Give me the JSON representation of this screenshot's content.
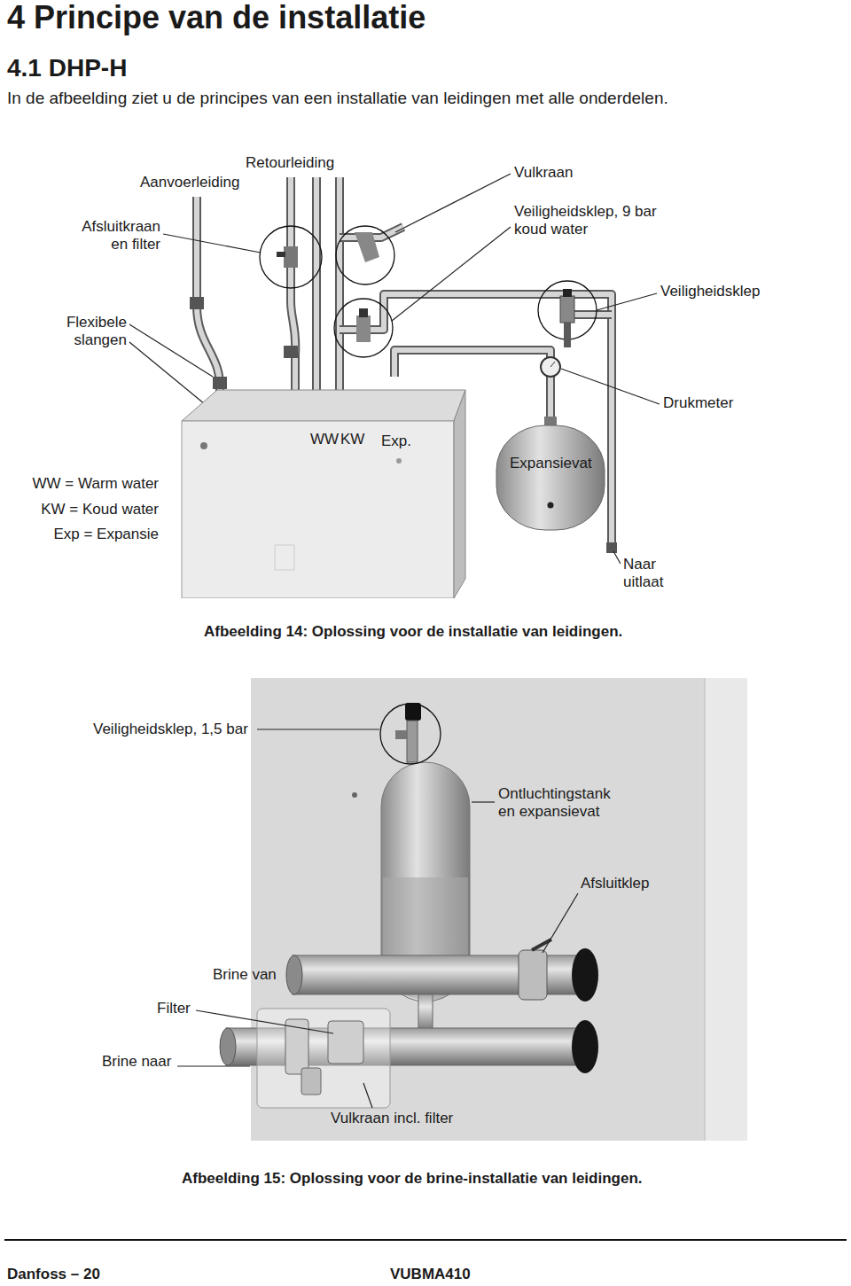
{
  "diagram": {
    "title": "4 Principe van de installatie",
    "nodes": [
      {
        "text": [
          "WW",
          "KW",
          "Exp."
        ]
      },
      {
        "text": [
          "Expansievat"
        ]
      }
    ],
    "edges": [
      {
        "from": 0,
        "to": 1,
        "arrow": "none"
      }
    ],
    "labels": [
      "4.1 DHP-H",
      "In de afbeelding ziet u de principes van een installatie van leidingen met alle onderdelen.",
      "Retourleiding",
      "Aanvoerleiding",
      "Vulkraan",
      "Afsluitkraan en filter",
      "Veiligheidsklep, 9 bar koud water",
      "Veiligheidsklep",
      "Flexibele slangen",
      "Drukmeter",
      "WW = Warm water",
      "KW = Koud water",
      "Exp = Expansie",
      "Naar uitlaat",
      "Afbeelding 14: Oplossing voor de installatie van leidingen.",
      "Veiligheidsklep, 1,5 bar",
      "Ontluchtingstank en expansievat",
      "Afsluitklep",
      "Brine van",
      "Filter",
      "Brine naar",
      "Vulkraan incl. filter",
      "Afbeelding 15: Oplossing voor de brine-installatie van leidingen.",
      "Danfoss – 20",
      "VUBMA410"
    ]
  }
}
